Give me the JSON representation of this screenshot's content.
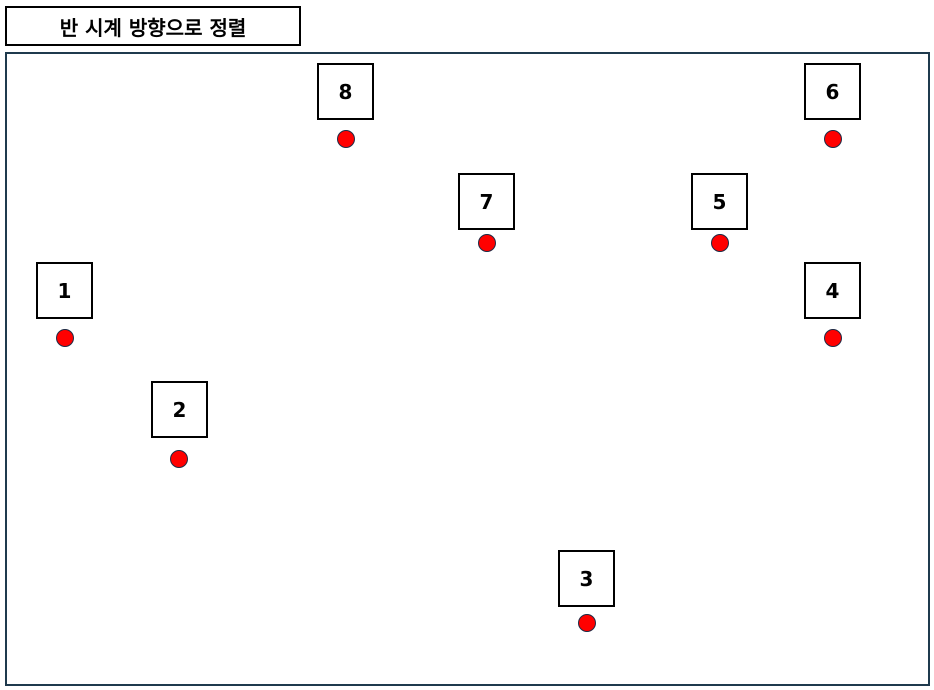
{
  "title": "반 시계 방향으로 정렬",
  "colors": {
    "dot_fill": "#ff0000",
    "dot_stroke": "#1f2a44",
    "canvas_border": "#1f3a4d"
  },
  "nodes": [
    {
      "label": "8"
    },
    {
      "label": "6"
    },
    {
      "label": "7"
    },
    {
      "label": "5"
    },
    {
      "label": "1"
    },
    {
      "label": "4"
    },
    {
      "label": "2"
    },
    {
      "label": "3"
    }
  ]
}
